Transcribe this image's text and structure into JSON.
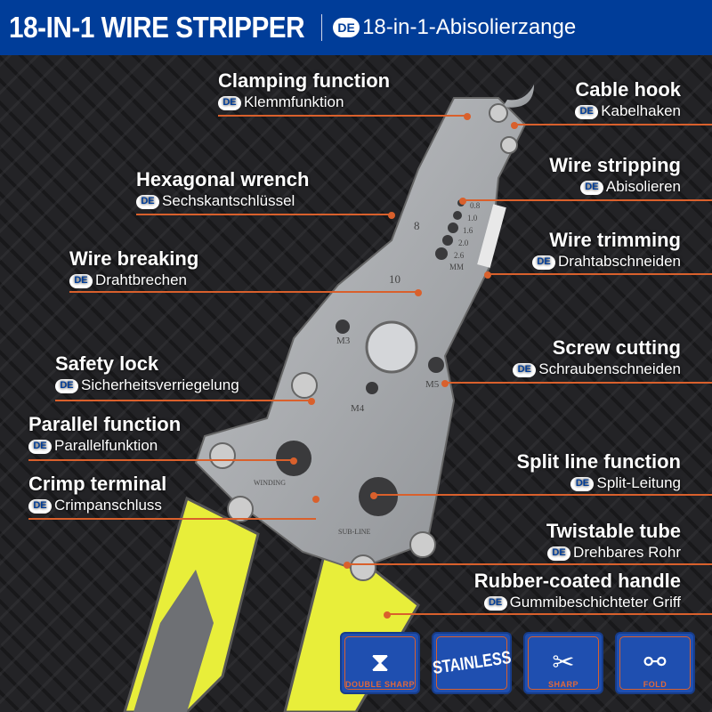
{
  "header": {
    "title": "18-IN-1 WIRE STRIPPER",
    "de_badge": "DE",
    "subtitle": "18-in-1-Abisolierzange"
  },
  "accent_color": "#d9602c",
  "brand_color": "#003d99",
  "handle_color": "#e8ee3a",
  "labels_left": [
    {
      "en": "Clamping function",
      "de": "Klemmfunktion"
    },
    {
      "en": "Hexagonal wrench",
      "de": "Sechskantschlüssel"
    },
    {
      "en": "Wire breaking",
      "de": "Drahtbrechen"
    },
    {
      "en": "Safety lock",
      "de": "Sicherheitsverriegelung"
    },
    {
      "en": "Parallel function",
      "de": "Parallelfunktion"
    },
    {
      "en": "Crimp terminal",
      "de": "Crimpanschluss"
    }
  ],
  "labels_right": [
    {
      "en": "Cable hook",
      "de": "Kabelhaken"
    },
    {
      "en": "Wire stripping",
      "de": "Abisolieren"
    },
    {
      "en": "Wire trimming",
      "de": "Drahtabschneiden"
    },
    {
      "en": "Screw cutting",
      "de": "Schraubenschneiden"
    },
    {
      "en": "Split line function",
      "de": "Split-Leitung"
    },
    {
      "en": "Twistable tube",
      "de": "Drehbares Rohr"
    },
    {
      "en": "Rubber-coated handle",
      "de": "Gummibeschichteter Griff"
    }
  ],
  "tool_markings": [
    "0.8",
    "1.0",
    "1.6",
    "2.0",
    "2.6",
    "MM",
    "8",
    "10",
    "M3",
    "M4",
    "M5",
    "WINDING",
    "SUB-LINE"
  ],
  "badges": [
    {
      "label": "DOUBLE SHARP",
      "icon": "hourglass-icon"
    },
    {
      "label": "STAINLESS",
      "icon": "text"
    },
    {
      "label": "SHARP",
      "icon": "scissors-icon"
    },
    {
      "label": "FOLD",
      "icon": "folding-scissors-icon"
    }
  ]
}
